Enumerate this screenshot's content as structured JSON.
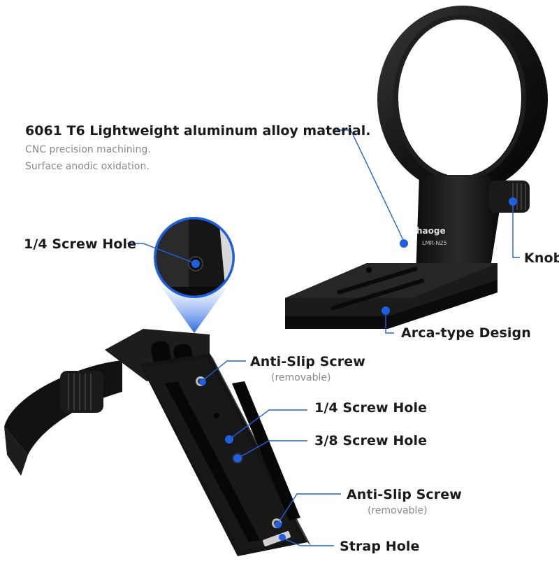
{
  "headline": {
    "title": "6061 T6 Lightweight aluminum alloy material.",
    "lines": [
      "CNC precision machining.",
      "Surface anodic oxidation."
    ]
  },
  "labels": {
    "screw_hole_top": "1/4  Screw Hole",
    "knob": "Knob",
    "arca": "Arca-type Design",
    "anti_slip_1": "Anti-Slip Screw",
    "anti_slip_1_sub": "(removable)",
    "screw_hole_quarter": "1/4  Screw Hole",
    "screw_hole_3_8": "3/8  Screw Hole",
    "anti_slip_2": "Anti-Slip Screw",
    "anti_slip_2_sub": "(removable)",
    "strap_hole": "Strap Hole"
  },
  "engraving": {
    "brand": "haoge",
    "model": "LMR-N25"
  },
  "colors": {
    "accent": "#1f5fe0",
    "metal": "#141414",
    "text": "#1a1a1a",
    "muted": "#8a8a8a"
  }
}
